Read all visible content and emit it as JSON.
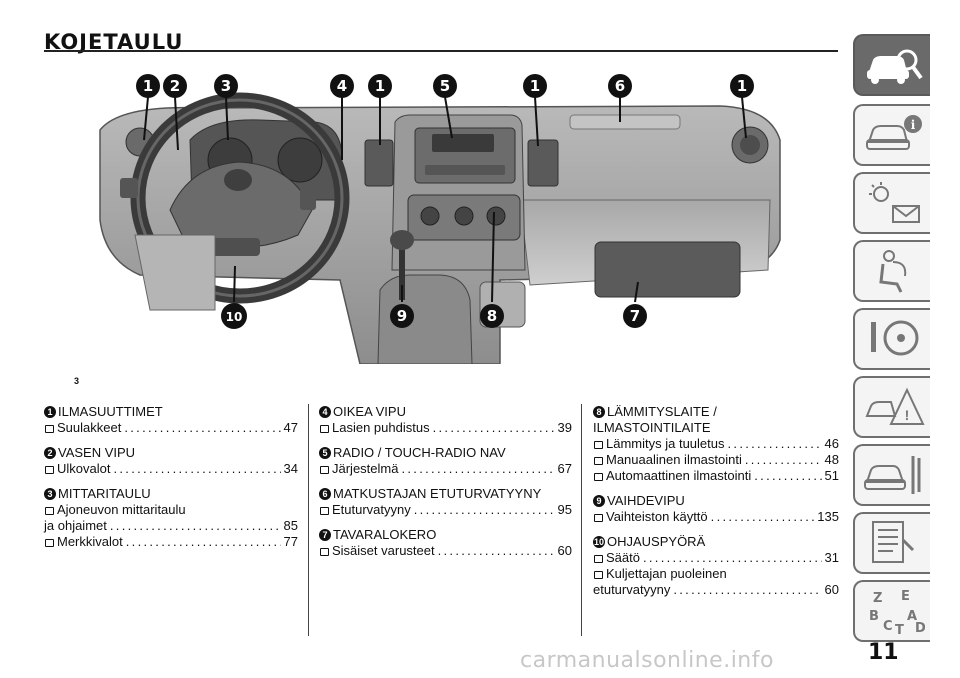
{
  "heading": "KOJETAULU",
  "figure": {
    "code": "3",
    "callouts": [
      "1",
      "2",
      "3",
      "4",
      "1",
      "5",
      "1",
      "6",
      "1",
      "10",
      "9",
      "8",
      "7"
    ]
  },
  "columns": [
    [
      {
        "num": "1",
        "title": "ILMASUUTTIMET",
        "rows": [
          {
            "label": "Suulakkeet",
            "page": "47"
          }
        ]
      },
      {
        "num": "2",
        "title": "VASEN VIPU",
        "rows": [
          {
            "label": "Ulkovalot",
            "page": "34"
          }
        ]
      },
      {
        "num": "3",
        "title": "MITTARITAULU",
        "rows": [
          {
            "label": "Ajoneuvon mittaritaulu",
            "cont": "ja ohjaimet",
            "page": "85"
          },
          {
            "label": "Merkkivalot",
            "page": "77"
          }
        ]
      }
    ],
    [
      {
        "num": "4",
        "title": "OIKEA VIPU",
        "rows": [
          {
            "label": "Lasien puhdistus",
            "page": "39"
          }
        ]
      },
      {
        "num": "5",
        "title": "RADIO / TOUCH-RADIO NAV",
        "rows": [
          {
            "label": "Järjestelmä",
            "page": "67"
          }
        ]
      },
      {
        "num": "6",
        "title": "MATKUSTAJAN ETUTURVATYYNY",
        "rows": [
          {
            "label": "Etuturvatyyny",
            "page": "95"
          }
        ]
      },
      {
        "num": "7",
        "title": "TAVARALOKERO",
        "rows": [
          {
            "label": "Sisäiset varusteet",
            "page": "60"
          }
        ]
      }
    ],
    [
      {
        "num": "8",
        "title": "LÄMMITYSLAITE /",
        "title2": "ILMASTOINTILAITE",
        "rows": [
          {
            "label": "Lämmitys ja tuuletus",
            "page": "46"
          },
          {
            "label": "Manuaalinen ilmastointi",
            "page": "48"
          },
          {
            "label": "Automaattinen ilmastointi",
            "page": "51"
          }
        ]
      },
      {
        "num": "9",
        "title": "VAIHDEVIPU",
        "rows": [
          {
            "label": "Vaihteiston käyttö",
            "page": "135"
          }
        ]
      },
      {
        "num": "10",
        "title": "OHJAUSPYÖRÄ",
        "rows": [
          {
            "label": "Säätö",
            "page": "31"
          },
          {
            "label": "Kuljettajan puoleinen",
            "cont": "etuturvatyyny",
            "page": "60"
          }
        ]
      }
    ]
  ],
  "page_number": "11",
  "tabs": [
    {
      "icon": "car-search-icon",
      "active": true
    },
    {
      "icon": "car-info-icon",
      "active": false
    },
    {
      "icon": "light-envelope-icon",
      "active": false
    },
    {
      "icon": "seat-airbag-icon",
      "active": false
    },
    {
      "icon": "steering-key-icon",
      "active": false
    },
    {
      "icon": "car-warning-icon",
      "active": false
    },
    {
      "icon": "car-tools-icon",
      "active": false
    },
    {
      "icon": "document-list-icon",
      "active": false
    },
    {
      "icon": "alphabet-index-icon",
      "active": false
    }
  ],
  "tab_letters": [
    "Z",
    "E",
    "A",
    "B",
    "C",
    "T",
    "D"
  ],
  "watermark": "carmanualsonline.info"
}
